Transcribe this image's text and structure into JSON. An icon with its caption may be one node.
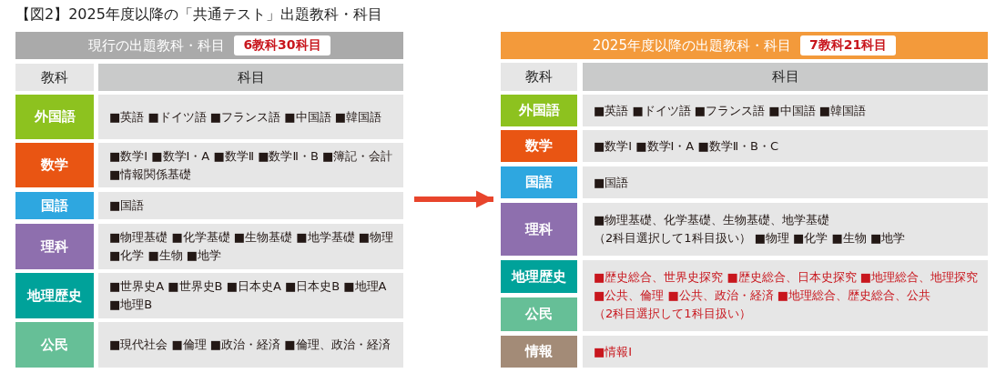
{
  "diagram": {
    "title": "【図2】2025年度以降の「共通テスト」出題教科・科目",
    "nodes": [
      {
        "text": [
          "現行の出題教科・科目",
          "6教科30科目"
        ]
      },
      {
        "text": [
          "2025年度以降の出題教科・科目",
          "7教科21科目"
        ]
      }
    ],
    "edges": [
      {
        "from": 0,
        "to": 1,
        "arrow": "to"
      }
    ],
    "labels": [
      "教科",
      "科目",
      "外国語",
      "■英語 ■ドイツ語 ■フランス語 ■中国語 ■韓国語",
      "数学",
      "■数学Ⅰ ■数学Ⅰ・A ■数学Ⅱ ■数学Ⅱ・B ■簿記・会計 ■情報関係基礎",
      "国語",
      "■国語",
      "理科",
      "■物理基礎 ■化学基礎 ■生物基礎 ■地学基礎 ■物理 ■化学 ■生物 ■地学",
      "地理歴史",
      "■世界史A ■世界史B ■日本史A ■日本史B ■地理A ■地理B",
      "公民",
      "■現代社会 ■倫理 ■政治・経済 ■倫理、政治・経済",
      "教科",
      "科目",
      "外国語",
      "■英語 ■ドイツ語 ■フランス語 ■中国語 ■韓国語",
      "数学",
      "■数学Ⅰ ■数学Ⅰ・A ■数学Ⅱ・B・C",
      "国語",
      "■国語",
      "理科",
      "■物理基礎、化学基礎、生物基礎、地学基礎（2科目選択して1科目扱い） ■物理 ■化学 ■生物 ■地学",
      "地理歴史",
      "■歴史総合、世界史探究 ■歴史総合、日本史探究 ■地理総合、地理探究 ■公共、倫理 ■公共、政治・経済 ■地理総合、歴史総合、公共（2科目選択して1科目扱い）",
      "公民",
      "情報",
      "■情報Ⅰ"
    ]
  }
}
